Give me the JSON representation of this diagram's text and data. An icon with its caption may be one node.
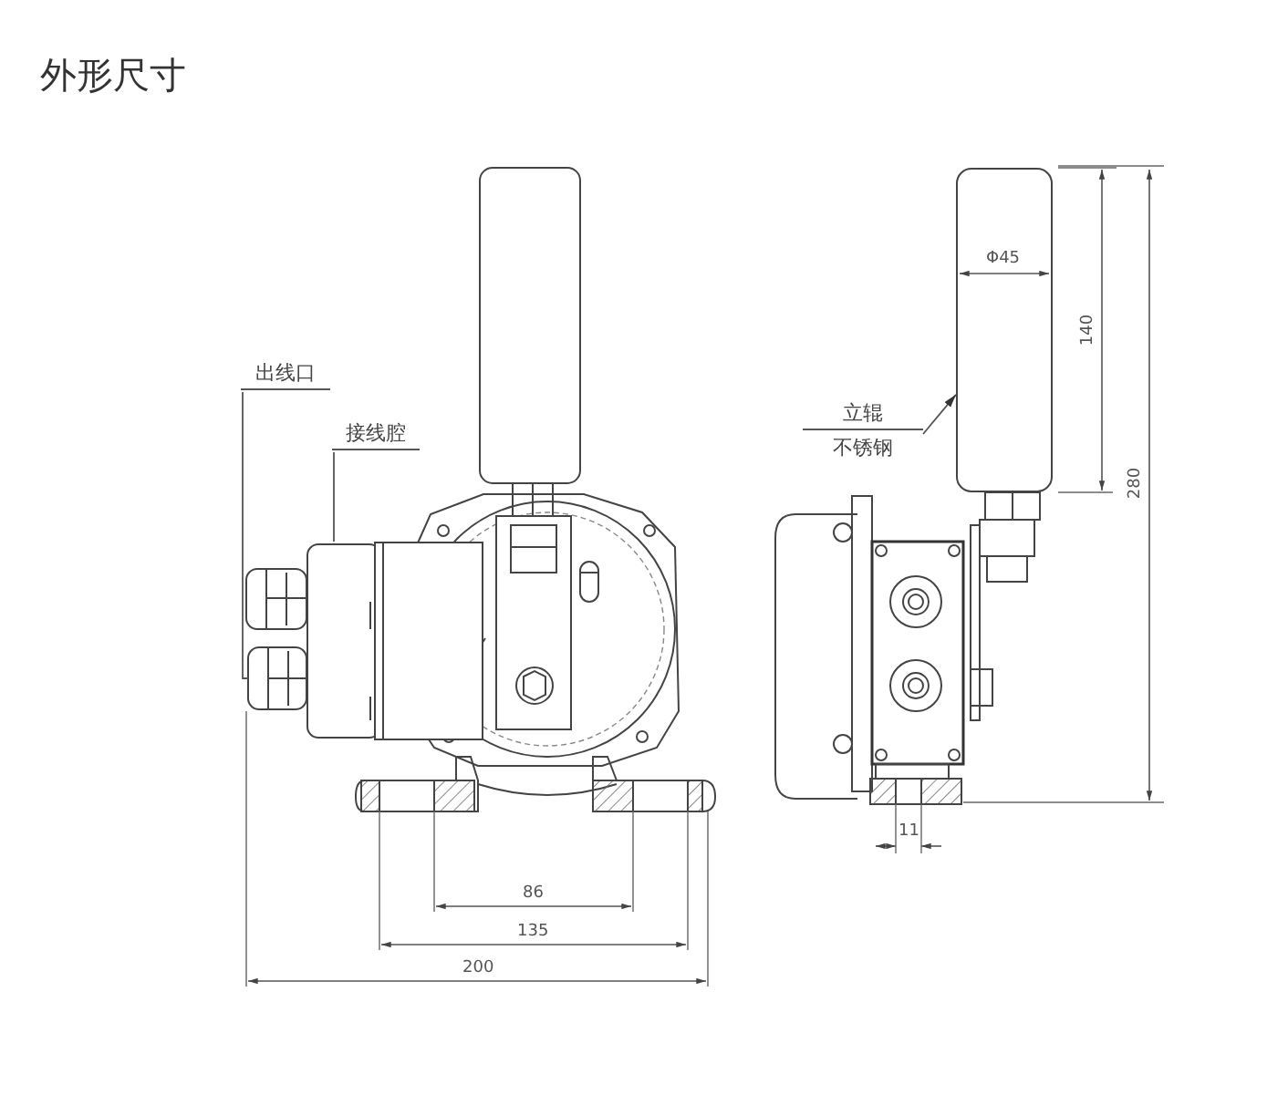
{
  "diagram": {
    "title": "外形尺寸",
    "nodes": [
      {
        "text": [
          "出线口"
        ]
      },
      {
        "text": [],
        "shape": "picture"
      },
      {
        "text": [
          "接线腔"
        ]
      },
      {
        "text": [],
        "shape": "picture"
      },
      {
        "text": [
          "立辊",
          "不锈钢"
        ]
      },
      {
        "text": [],
        "shape": "picture"
      }
    ],
    "edges": [
      {
        "from": 0,
        "to": 1,
        "arrow": "none"
      },
      {
        "from": 2,
        "to": 3,
        "arrow": "none"
      },
      {
        "from": 4,
        "to": 5,
        "arrow": "to"
      }
    ],
    "labels": [
      "Φ45",
      "140",
      "280",
      "11",
      "86",
      "135",
      "200"
    ]
  }
}
